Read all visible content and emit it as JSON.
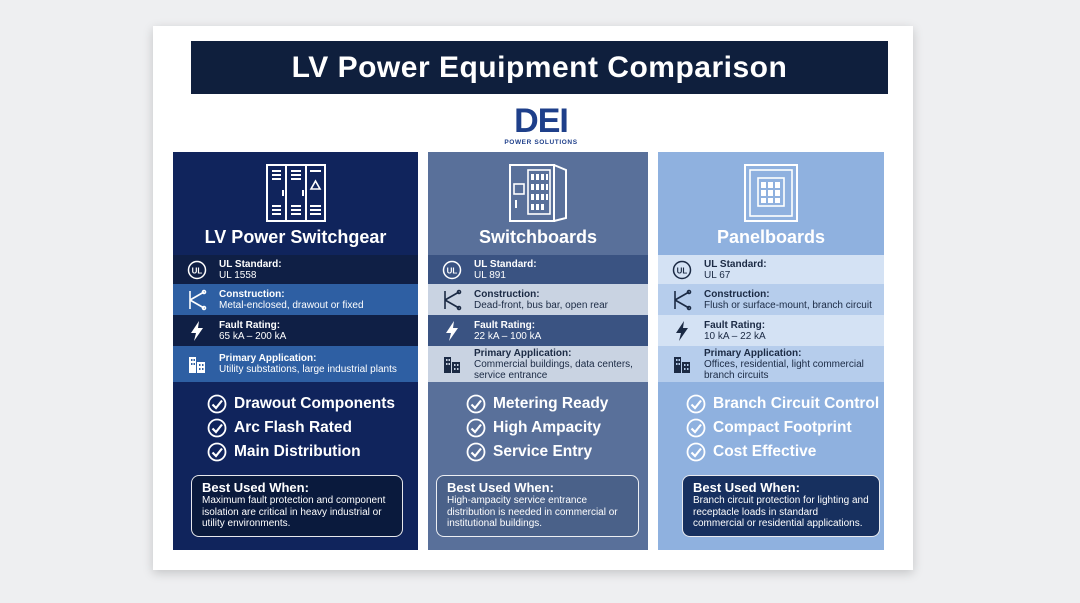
{
  "title": "LV Power Equipment Comparison",
  "logo": {
    "mark": "DEI",
    "tagline": "POWER SOLUTIONS"
  },
  "columns": [
    {
      "title": "LV Power Switchgear",
      "icon": "switchgear-cabinet-icon",
      "specs": [
        {
          "label": "UL Standard:",
          "value": "UL 1558",
          "icon": "ul-icon"
        },
        {
          "label": "Construction:",
          "value": "Metal-enclosed, drawout or fixed",
          "icon": "construction-icon"
        },
        {
          "label": "Fault Rating:",
          "value": "65 kA – 200 kA",
          "icon": "lightning-icon"
        },
        {
          "label": "Primary Application:",
          "value": "Utility substations, large industrial plants",
          "icon": "building-icon"
        }
      ],
      "features": [
        "Drawout Components",
        "Arc Flash Rated",
        "Main Distribution"
      ],
      "best_title": "Best Used When:",
      "best_text": "Maximum fault protection and component isolation are critical in heavy industrial or utility environments."
    },
    {
      "title": "Switchboards",
      "icon": "switchboard-icon",
      "specs": [
        {
          "label": "UL Standard:",
          "value": "UL 891",
          "icon": "ul-icon"
        },
        {
          "label": "Construction:",
          "value": "Dead-front, bus bar, open rear",
          "icon": "construction-icon"
        },
        {
          "label": "Fault Rating:",
          "value": "22 kA – 100 kA",
          "icon": "lightning-icon"
        },
        {
          "label": "Primary Application:",
          "value": "Commercial buildings, data centers, service entrance",
          "icon": "building-icon"
        }
      ],
      "features": [
        "Metering Ready",
        "High Ampacity",
        "Service Entry"
      ],
      "best_title": "Best Used When:",
      "best_text": "High-ampacity service entrance distribution is needed in commercial or institutional buildings."
    },
    {
      "title": "Panelboards",
      "icon": "panelboard-icon",
      "specs": [
        {
          "label": "UL Standard:",
          "value": "UL 67",
          "icon": "ul-icon"
        },
        {
          "label": "Construction:",
          "value": "Flush or surface-mount, branch circuit",
          "icon": "construction-icon"
        },
        {
          "label": "Fault Rating:",
          "value": "10 kA – 22 kA",
          "icon": "lightning-icon"
        },
        {
          "label": "Primary Application:",
          "value": "Offices, residential, light commercial branch circuits",
          "icon": "building-icon"
        }
      ],
      "features": [
        "Branch Circuit Control",
        "Compact Footprint",
        "Cost Effective"
      ],
      "best_title": "Best Used When:",
      "best_text": "Branch circuit protection for lighting and receptacle loads in standard commercial or residential applications."
    }
  ],
  "colors": {
    "title_bar": "#0f1f3d",
    "switchgear": "#10245c",
    "switchboards": "#59709a",
    "panelboards": "#8fb1df",
    "logo": "#1e3f8a"
  }
}
